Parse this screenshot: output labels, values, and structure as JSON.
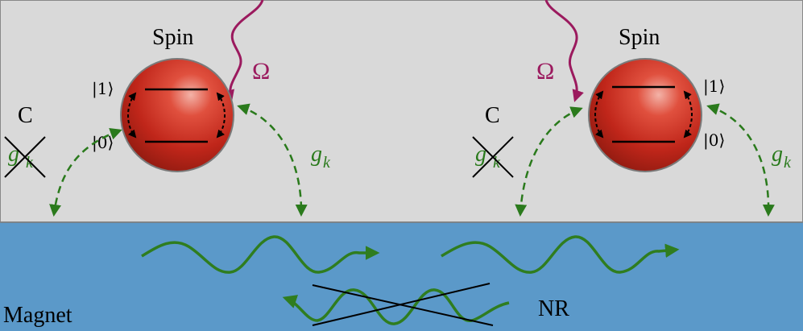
{
  "colors": {
    "top_bg": "#d9d9d9",
    "magnet_bg": "#5b99c9",
    "sphere": "#c0261a",
    "coupling_green": "#2a7a1c",
    "drive_purple": "#9b1a5e",
    "wave_green": "#2f7d1f"
  },
  "spin_left": {
    "title": "Spin",
    "ket_one": "|1⟩",
    "ket_zero": "|0⟩",
    "drive_label": "Ω",
    "coupling_label_g": "g",
    "coupling_label_k": "k",
    "crossed_label_g": "g",
    "crossed_label_k": "k",
    "c_label": "C"
  },
  "spin_right": {
    "title": "Spin",
    "ket_one": "|1⟩",
    "ket_zero": "|0⟩",
    "drive_label": "Ω",
    "coupling_label_g": "g",
    "coupling_label_k": "k",
    "crossed_label_g": "g",
    "crossed_label_k": "k",
    "c_label": "C"
  },
  "magnet": {
    "label": "Magnet",
    "nr_label": "NR"
  }
}
